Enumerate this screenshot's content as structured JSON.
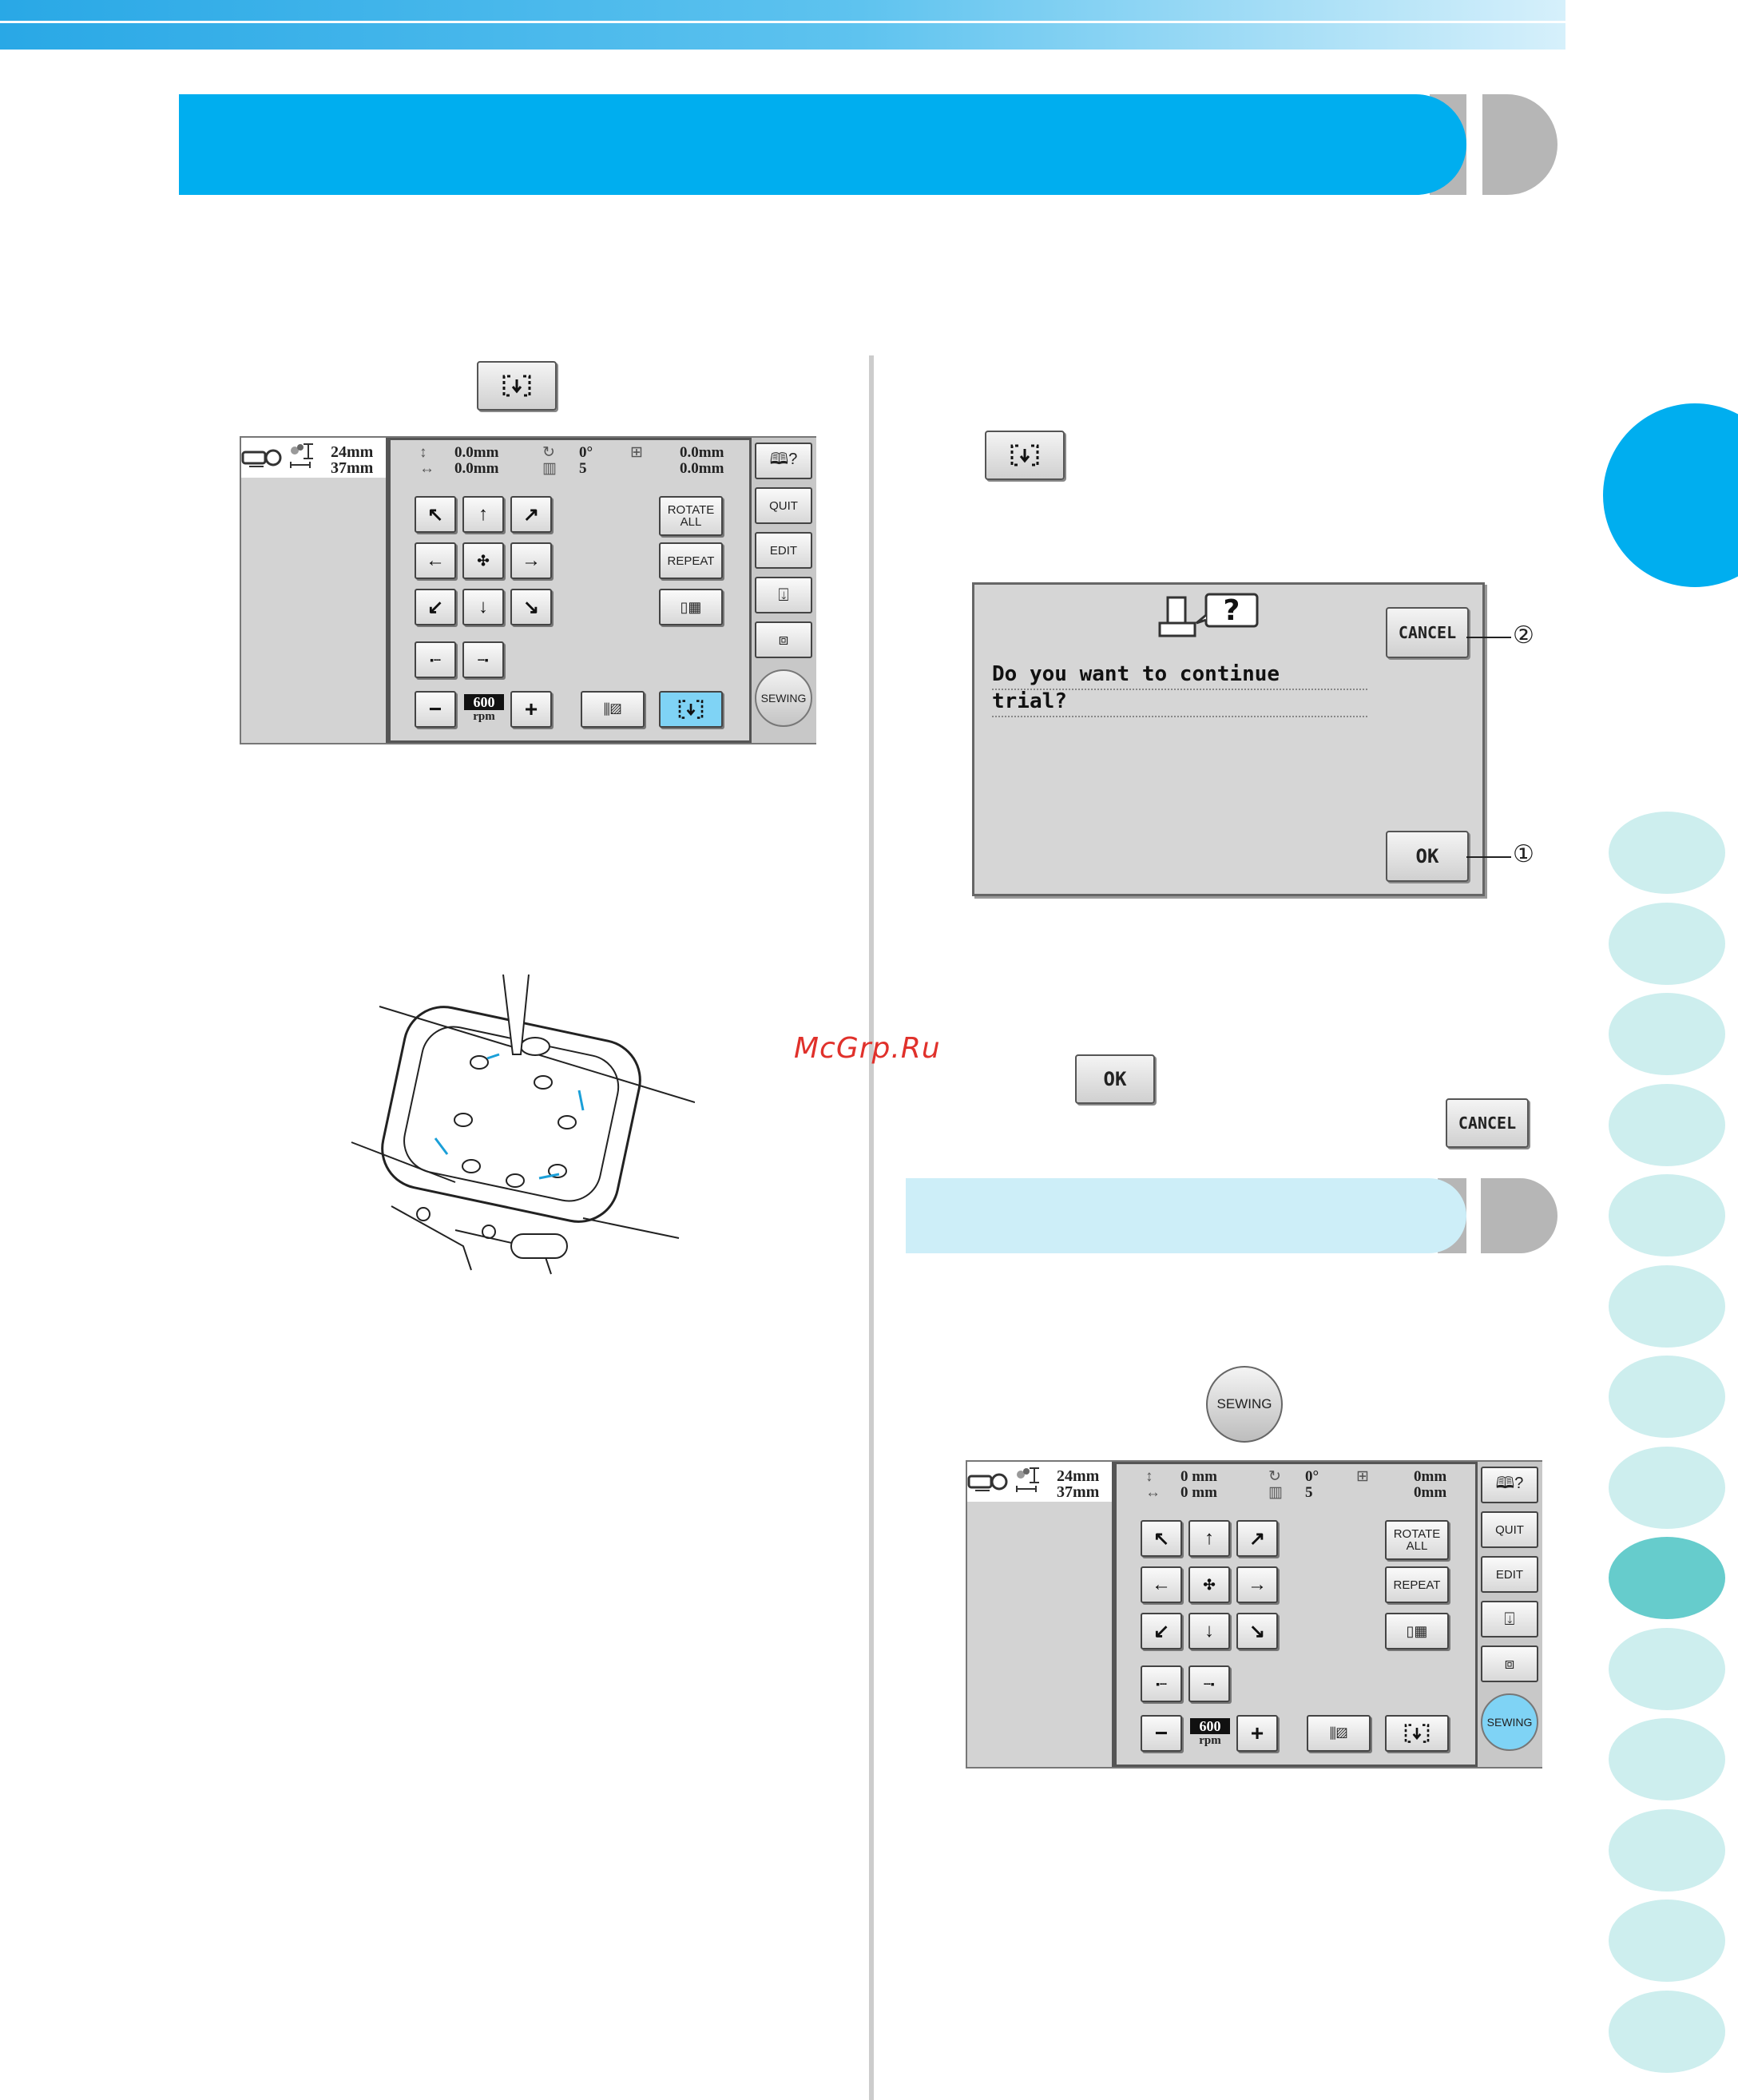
{
  "colors": {
    "header": "#00aeef",
    "subheader": "#cdeef8",
    "tab": "#cdeeee",
    "tab_active": "#66cccc",
    "accent_blue": "#7fd3f5",
    "watermark": "#e0312b"
  },
  "watermark": "McGrp.Ru",
  "icons": {
    "trial": "trial-frame-icon",
    "help": "help-book-icon",
    "machine": "machine-question-icon"
  },
  "screen1": {
    "height": "24mm",
    "width": "37mm",
    "v_offset": "0.0mm",
    "h_offset": "0.0mm",
    "angle": "0°",
    "threads": "5",
    "size_v": "0.0mm",
    "size_h": "0.0mm",
    "rotate_all": "ROTATE ALL",
    "repeat": "REPEAT",
    "quit": "QUIT",
    "edit": "EDIT",
    "sewing": "SEWING",
    "speed": "600",
    "speed_unit": "rpm",
    "minus": "−",
    "plus": "+"
  },
  "screen2": {
    "height": "24mm",
    "width": "37mm",
    "v_offset": "0 mm",
    "h_offset": "0 mm",
    "angle": "0°",
    "threads": "5",
    "size_v": "0mm",
    "size_h": "0mm",
    "rotate_all": "ROTATE ALL",
    "repeat": "REPEAT",
    "quit": "QUIT",
    "edit": "EDIT",
    "sewing": "SEWING",
    "speed": "600",
    "speed_unit": "rpm",
    "minus": "−",
    "plus": "+"
  },
  "dialog": {
    "message_line1": "Do you want to continue",
    "message_line2": "trial?",
    "cancel": "CANCEL",
    "ok": "OK",
    "callout_cancel": "②",
    "callout_ok": "①"
  },
  "inline_buttons": {
    "ok": "OK",
    "cancel": "CANCEL",
    "sewing": "SEWING"
  },
  "tabs": {
    "count": 14,
    "active_index": 8
  }
}
